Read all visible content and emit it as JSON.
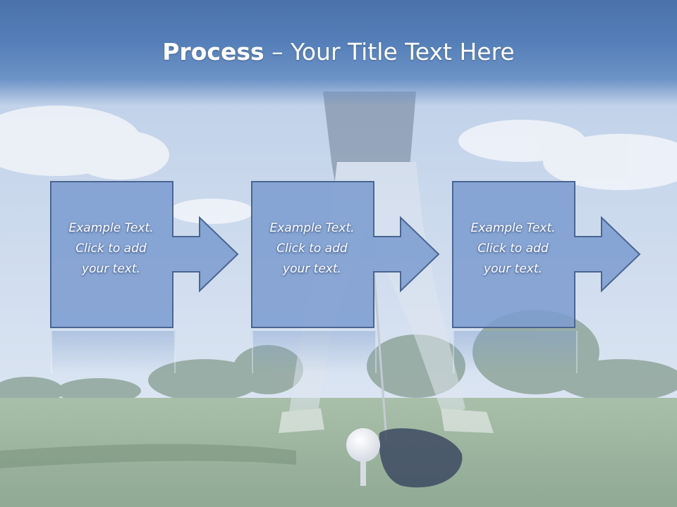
{
  "title": {
    "bold": "Process",
    "rest": " – Your Title Text Here"
  },
  "steps": [
    {
      "lines": [
        "Example Text.",
        "Click  to add",
        "your text."
      ]
    },
    {
      "lines": [
        "Example Text.",
        "Click  to add",
        "your text."
      ]
    },
    {
      "lines": [
        "Example Text.",
        "Click  to add",
        "your text."
      ]
    }
  ],
  "colors": {
    "title_band": "#557fb9",
    "box_fill": "#7d9dd0",
    "box_stroke": "#4a6592",
    "text": "#ffffff"
  },
  "icons": [
    "arrow-right-icon"
  ]
}
